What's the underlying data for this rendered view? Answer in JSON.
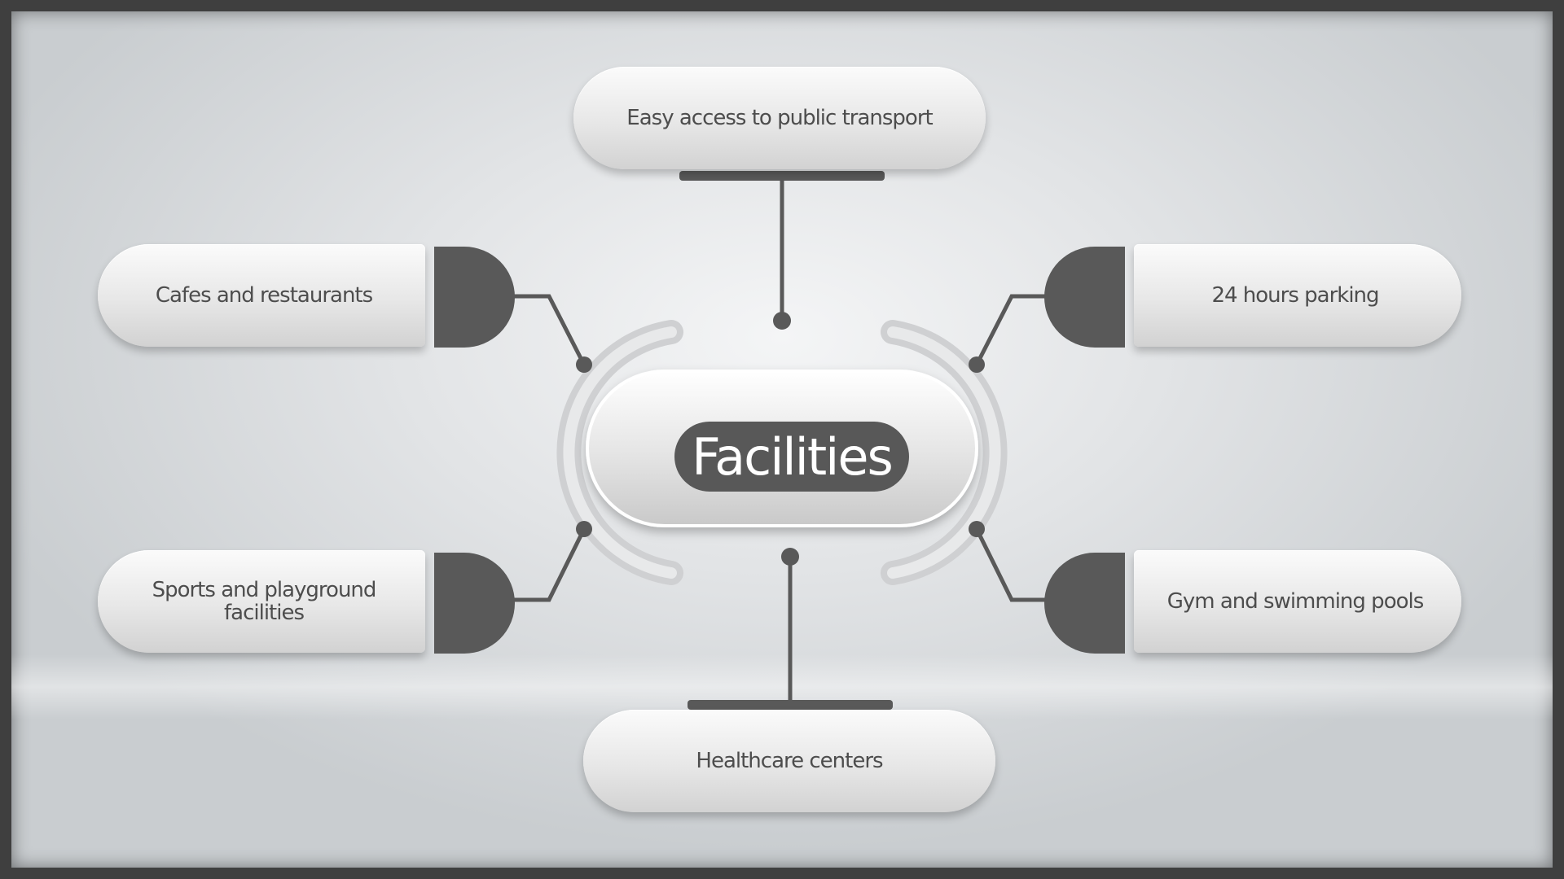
{
  "diagram": {
    "center": {
      "label": "Facilities"
    },
    "nodes": {
      "top": "Easy access to public transport",
      "upper_left": "Cafes and restaurants",
      "upper_right": "24 hours parking",
      "lower_left": "Sports and playground facilities",
      "lower_right": "Gym and swimming pools",
      "bottom": "Healthcare centers"
    }
  },
  "colors": {
    "dark_accent": "#595959",
    "text": "#4d4d4d",
    "center_text": "#ffffff"
  }
}
